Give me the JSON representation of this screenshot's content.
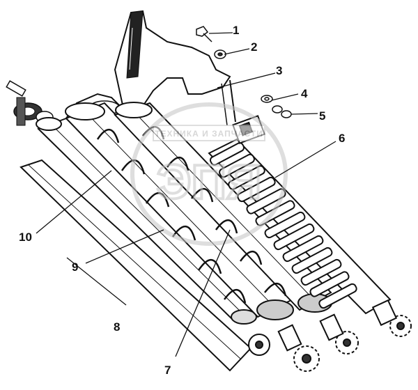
{
  "colors": {
    "ink": "#111111",
    "watermark": "#c4c4c4",
    "paper": "#ffffff"
  },
  "watermark": {
    "text": "ТЕХНИКА И ЗАПЧАСТИ",
    "logo": "ЭПЯ"
  },
  "callouts": [
    {
      "id": "1",
      "label": "1"
    },
    {
      "id": "2",
      "label": "2"
    },
    {
      "id": "3",
      "label": "3"
    },
    {
      "id": "4",
      "label": "4"
    },
    {
      "id": "5",
      "label": "5"
    },
    {
      "id": "6",
      "label": "6"
    },
    {
      "id": "7",
      "label": "7"
    },
    {
      "id": "8",
      "label": "8"
    },
    {
      "id": "9",
      "label": "9"
    },
    {
      "id": "10",
      "label": "10"
    }
  ]
}
